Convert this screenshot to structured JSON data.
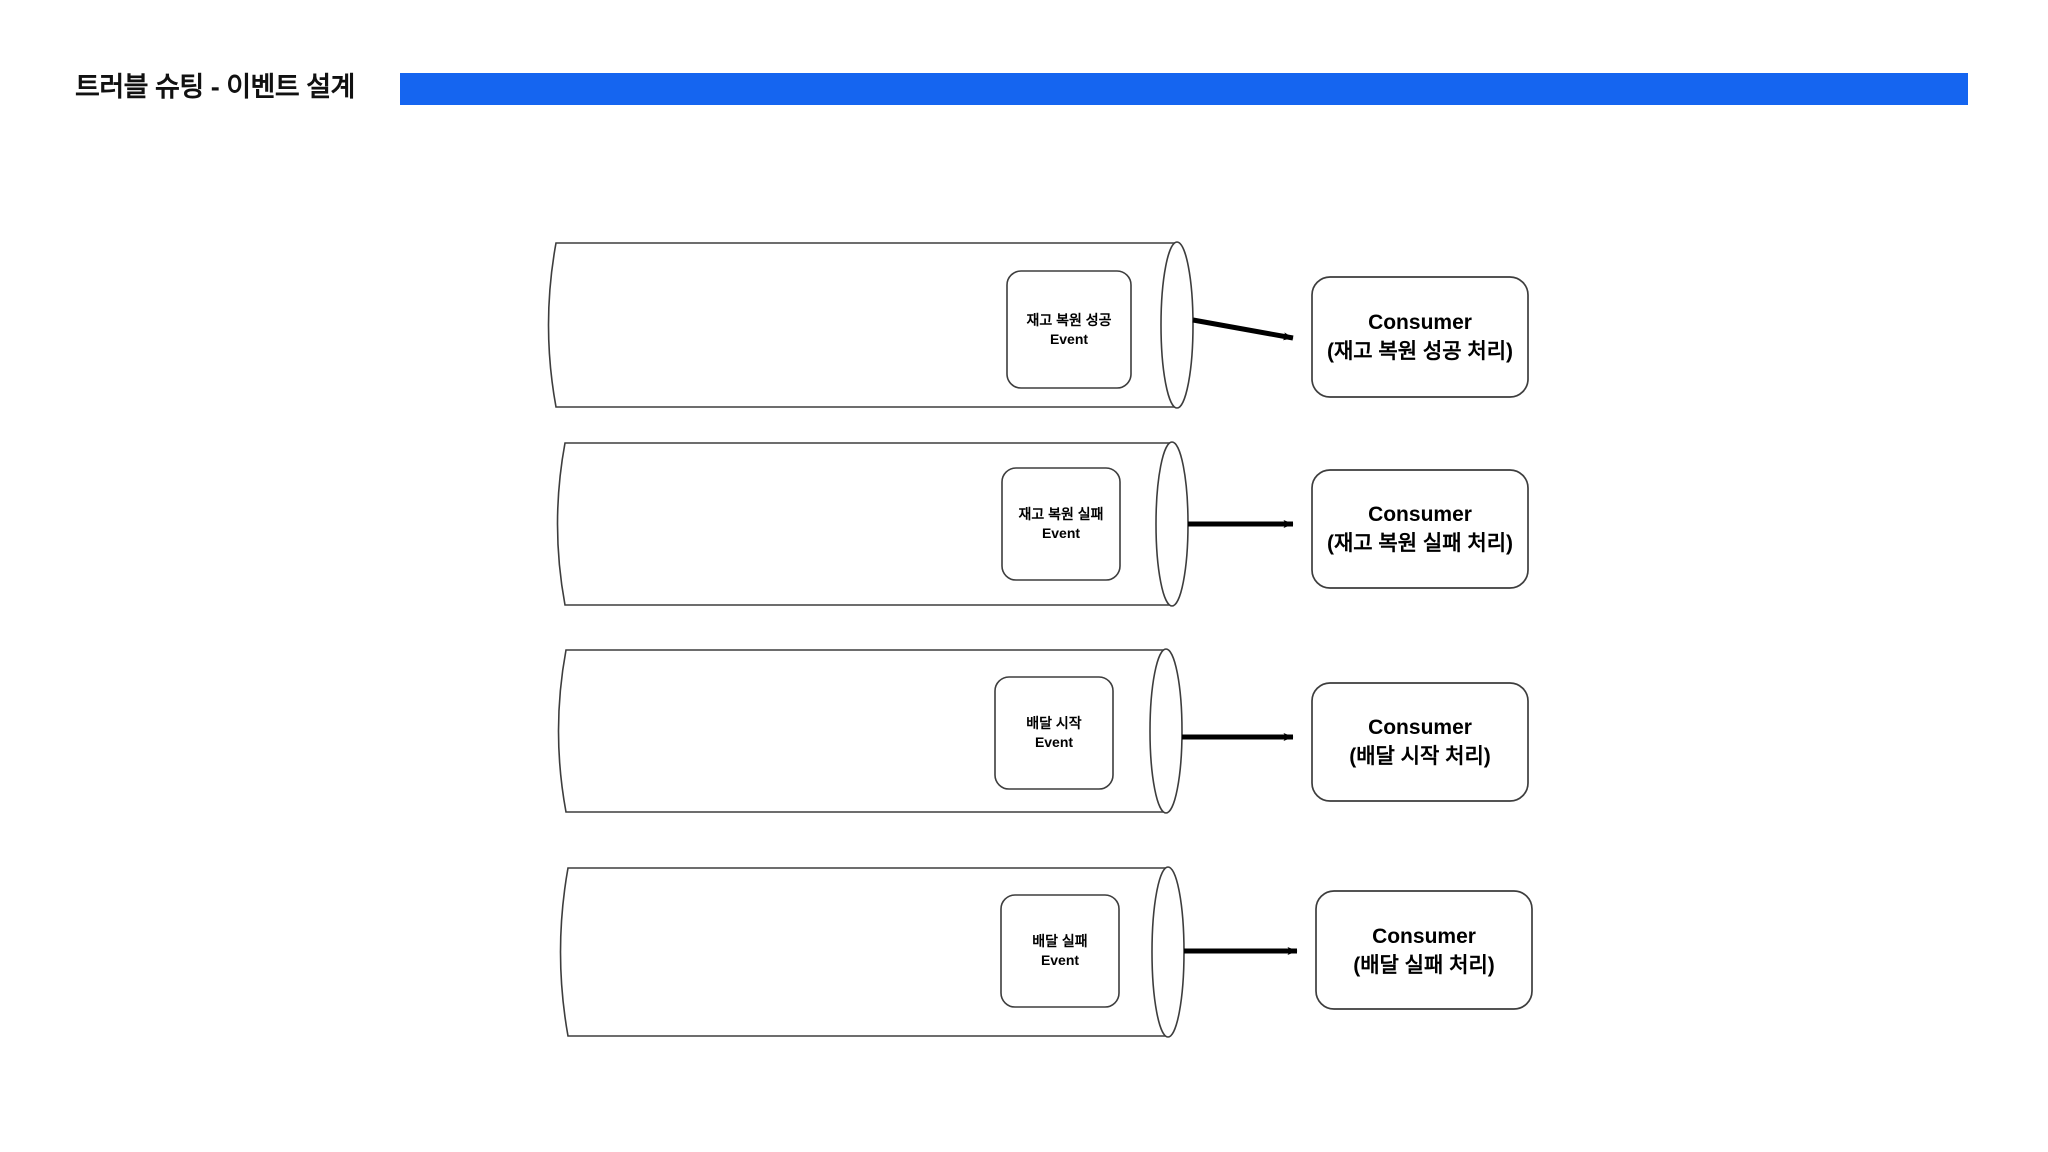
{
  "header": {
    "title": "트러블 슈팅 - 이벤트 설계",
    "accent_color": "#1565F0"
  },
  "diagram": {
    "type": "event-driven-architecture",
    "stroke_color": "#3d3d3d",
    "arrow_color": "#000000",
    "rows": [
      {
        "topic_name": "",
        "event": {
          "line1": "재고 복원 성공",
          "line2": "Event"
        },
        "consumer": {
          "line1": "Consumer",
          "line2": "(재고 복원 성공 처리)"
        },
        "arrow": "arrow-right-icon"
      },
      {
        "topic_name": "",
        "event": {
          "line1": "재고 복원 실패",
          "line2": "Event"
        },
        "consumer": {
          "line1": "Consumer",
          "line2": "(재고 복원 실패 처리)"
        },
        "arrow": "arrow-right-icon"
      },
      {
        "topic_name": "",
        "event": {
          "line1": "배달 시작",
          "line2": "Event"
        },
        "consumer": {
          "line1": "Consumer",
          "line2": "(배달 시작 처리)"
        },
        "arrow": "arrow-right-icon"
      },
      {
        "topic_name": "",
        "event": {
          "line1": "배달 실패",
          "line2": "Event"
        },
        "consumer": {
          "line1": "Consumer",
          "line2": "(배달 실패 처리)"
        },
        "arrow": "arrow-right-icon"
      }
    ]
  }
}
